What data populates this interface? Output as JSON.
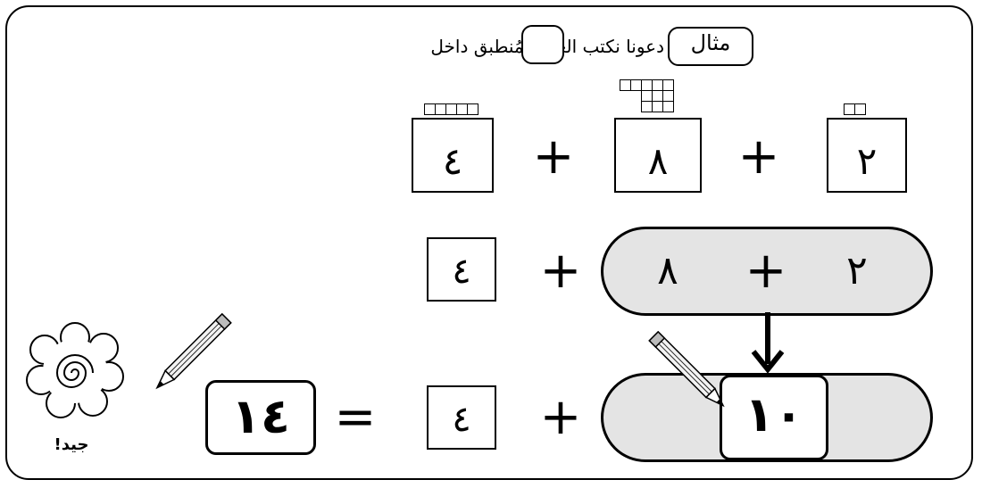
{
  "header": {
    "example_label": "مثال",
    "instruction": "دعونا نكتب العدد المُنطبق داخل"
  },
  "row1": {
    "a": "٢",
    "b": "٨",
    "c": "٤",
    "plus": "+"
  },
  "row2": {
    "a": "٢",
    "b": "٨",
    "c": "٤",
    "plus": "+"
  },
  "row3": {
    "pair_sum": "١٠",
    "c": "٤",
    "plus": "+",
    "equals": "=",
    "answer": "١٤"
  },
  "praise": {
    "label": "جيد!"
  }
}
